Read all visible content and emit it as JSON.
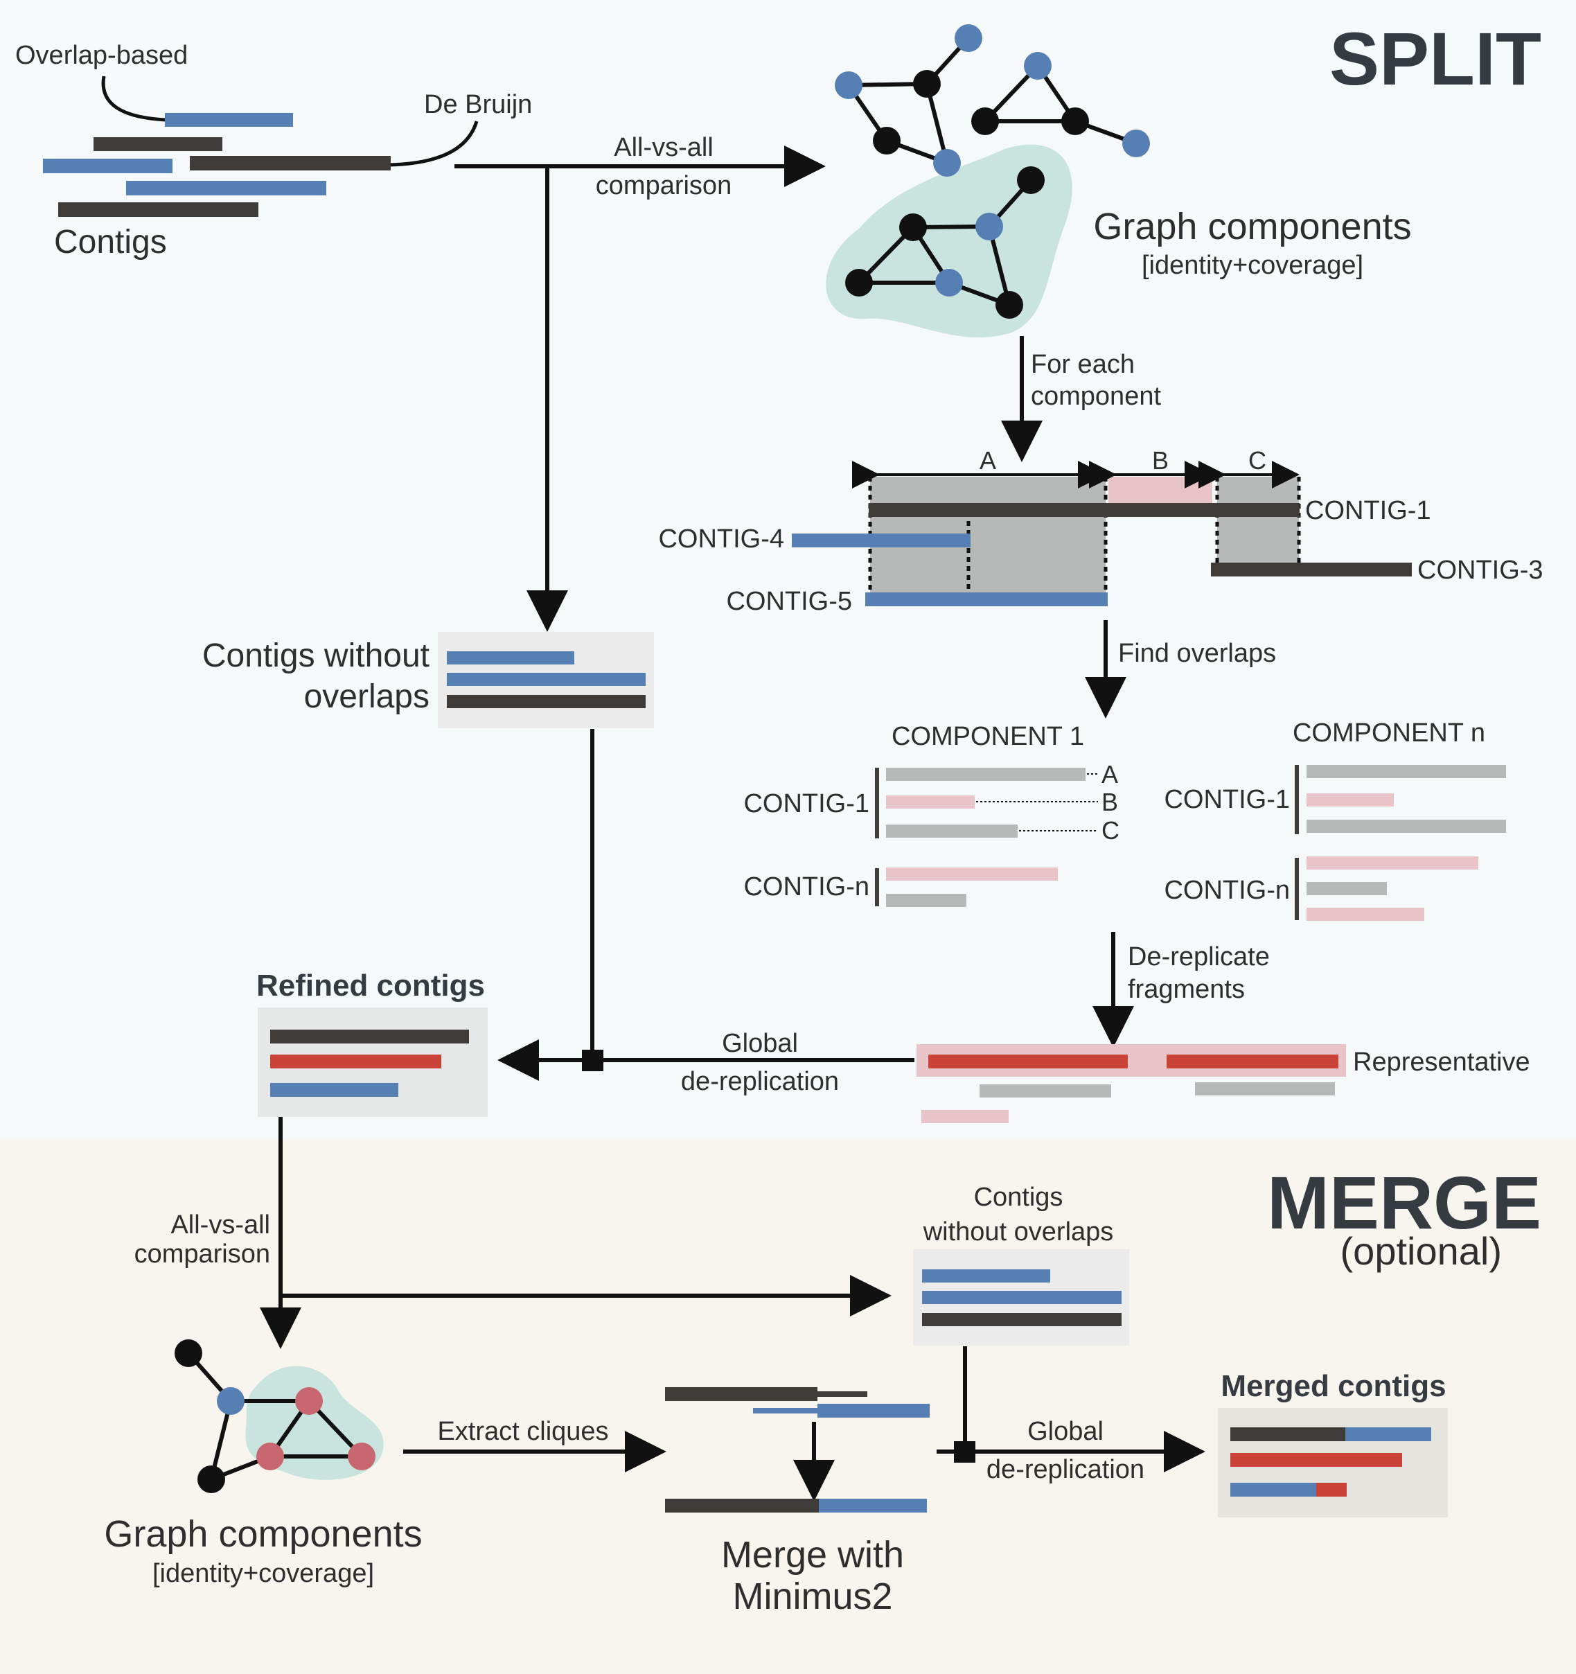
{
  "colors": {
    "blue": "#5680b4",
    "dark": "#3e3b39",
    "red": "#cb4238",
    "pink": "#e8c4c8",
    "gray": "#b7b9b9",
    "teal_blob": "#c9e4de",
    "box": "#ebebeb",
    "split_bg": "#f5f9f9",
    "merge_bg": "#f8f5ef",
    "node_black": "#111111",
    "node_red": "#c8676f"
  },
  "sections": {
    "split_title": "SPLIT",
    "merge_title": "MERGE",
    "merge_subtitle": "(optional)"
  },
  "labels": {
    "overlap_based": "Overlap-based",
    "de_bruijn": "De Bruijn",
    "contigs": "Contigs",
    "all_vs_all_1": "All-vs-all",
    "comparison_1": "comparison",
    "graph_components_title": "Graph components",
    "graph_components_sub": "[identity+coverage]",
    "for_each_1": "For each",
    "for_each_2": "component",
    "seg_a": "A",
    "seg_b": "B",
    "seg_c": "C",
    "contig_1": "CONTIG-1",
    "contig_3": "CONTIG-3",
    "contig_4": "CONTIG-4",
    "contig_5": "CONTIG-5",
    "contigs_without_1": "Contigs without",
    "contigs_without_2": "overlaps",
    "find_overlaps": "Find overlaps",
    "component_1": "COMPONENT 1",
    "component_n": "COMPONENT n",
    "c1_contig_1": "CONTIG-1",
    "c1_contig_n": "CONTIG-n",
    "cn_contig_1": "CONTIG-1",
    "cn_contig_n": "CONTIG-n",
    "frag_a": "A",
    "frag_b": "B",
    "frag_c": "C",
    "dereplicate_1": "De-replicate",
    "dereplicate_2": "fragments",
    "representative": "Representative",
    "global_1": "Global",
    "dereplication_1": "de-replication",
    "refined_contigs": "Refined contigs",
    "all_vs_all_2": "All-vs-all",
    "comparison_2": "comparison",
    "merge_without_1": "Contigs",
    "merge_without_2": "without overlaps",
    "extract_cliques": "Extract cliques",
    "merge_graph_title": "Graph components",
    "merge_graph_sub": "[identity+coverage]",
    "merge_with_1": "Merge with",
    "merge_with_2": "Minimus2",
    "global_2": "Global",
    "dereplication_2": "de-replication",
    "merged_contigs": "Merged contigs"
  }
}
